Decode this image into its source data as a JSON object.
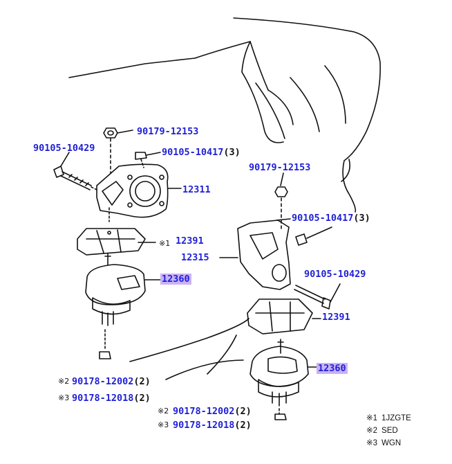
{
  "labels": {
    "l_90179_12153_a": {
      "part": "90179-12153",
      "qty": ""
    },
    "l_90105_10429_a": {
      "part": "90105-10429",
      "qty": ""
    },
    "l_90105_10417_a": {
      "part": "90105-10417",
      "qty": "(3)"
    },
    "l_12311": {
      "part": "12311",
      "qty": ""
    },
    "l_12391_a": {
      "part": "12391",
      "qty": "",
      "mark": "※1"
    },
    "l_12360_a": {
      "part": "12360",
      "qty": ""
    },
    "l_90178_12002_a": {
      "part": "90178-12002",
      "qty": "(2)",
      "mark": "※2"
    },
    "l_90178_12018_a": {
      "part": "90178-12018",
      "qty": "(2)",
      "mark": "※3"
    },
    "l_90179_12153_b": {
      "part": "90179-12153",
      "qty": ""
    },
    "l_90105_10417_b": {
      "part": "90105-10417",
      "qty": "(3)"
    },
    "l_12315": {
      "part": "12315",
      "qty": ""
    },
    "l_90105_10429_b": {
      "part": "90105-10429",
      "qty": ""
    },
    "l_12391_b": {
      "part": "12391",
      "qty": ""
    },
    "l_12360_b": {
      "part": "12360",
      "qty": ""
    },
    "l_90178_12002_b": {
      "part": "90178-12002",
      "qty": "(2)",
      "mark": "※2"
    },
    "l_90178_12018_b": {
      "part": "90178-12018",
      "qty": "(2)",
      "mark": "※3"
    }
  },
  "legend": [
    {
      "mark": "※1",
      "text": "1JZGTE"
    },
    {
      "mark": "※2",
      "text": "SED"
    },
    {
      "mark": "※3",
      "text": "WGN"
    }
  ],
  "colors": {
    "part_number": "#1f1fd6",
    "highlight": "#c9b3f5",
    "line": "#111111"
  }
}
